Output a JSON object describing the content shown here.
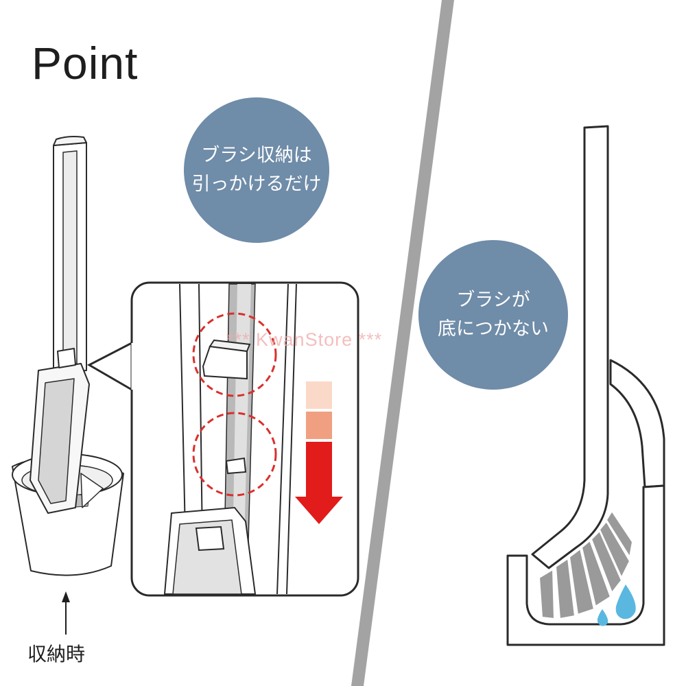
{
  "title": "Point",
  "bubble_storage": {
    "line1": "ブラシ収納は",
    "line2": "引っかけるだけ"
  },
  "bubble_bottom": {
    "line1": "ブラシが",
    "line2": "底につかない"
  },
  "caption": "収納時",
  "watermark": "*** KwanStore ***",
  "colors": {
    "bubble": "#6f8ca8",
    "arrow": "#e21b1b",
    "highlight": "#d9302c",
    "water": "#5ab7e0",
    "divider": "#a3a3a3",
    "line": "#2a2a2a"
  }
}
